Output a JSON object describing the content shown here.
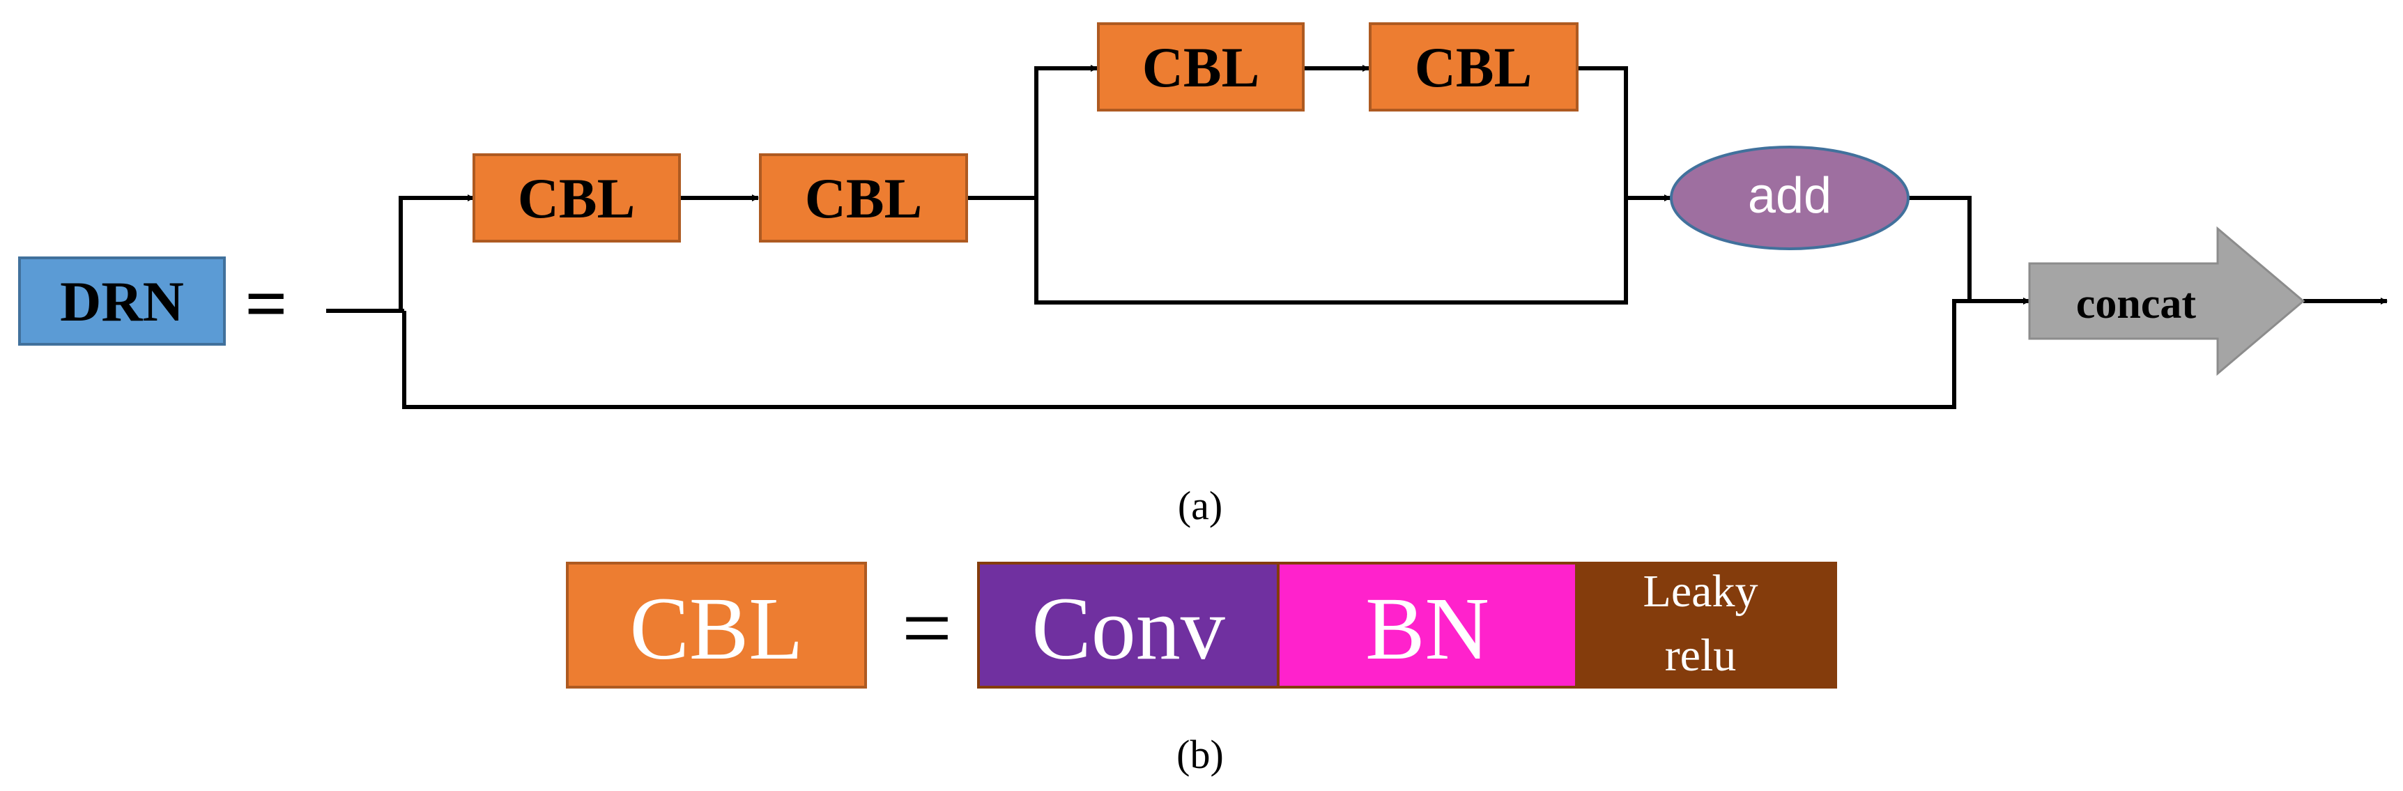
{
  "panel_a": {
    "lhs_label": "DRN",
    "equals": "=",
    "cbl_label": "CBL",
    "add_label": "add",
    "concat_label": "concat",
    "caption": "(a)"
  },
  "panel_b": {
    "lhs_label": "CBL",
    "equals": "=",
    "conv_label": "Conv",
    "bn_label": "BN",
    "leaky_line1": "Leaky",
    "leaky_line2": "relu",
    "caption": "(b)"
  },
  "colors": {
    "drn_blue": "#5b9bd5",
    "cbl_orange": "#ed7d31",
    "add_purple": "#9e6fa0",
    "concat_gray": "#a5a5a5",
    "conv_purple": "#7030a0",
    "bn_magenta": "#ff22cc",
    "leaky_brown": "#843c0c"
  }
}
